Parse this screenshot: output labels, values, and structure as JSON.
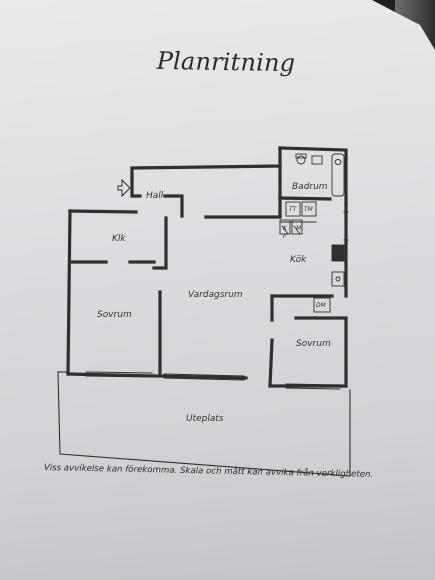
{
  "title": "Planritning",
  "rooms": {
    "hall": "Hall",
    "badrum": "Badrum",
    "klk": "Klk",
    "kok": "Kök",
    "vardagsrum": "Vardagsrum",
    "sovrum_left": "Sovrum",
    "sovrum_right": "Sovrum",
    "uteplats": "Uteplats"
  },
  "fixtures": {
    "tt": "TT",
    "tm": "TM",
    "kyl": "K",
    "frys": "F",
    "mikro": "M",
    "dm": "DM"
  },
  "disclaimer": "Viss avvikelse kan förekomma. Skala och mått kan avvika från verkligheten.",
  "colors": {
    "paper": "#dcdde0",
    "ink": "#2a2a2c",
    "backdrop": "#3a3a3c"
  }
}
